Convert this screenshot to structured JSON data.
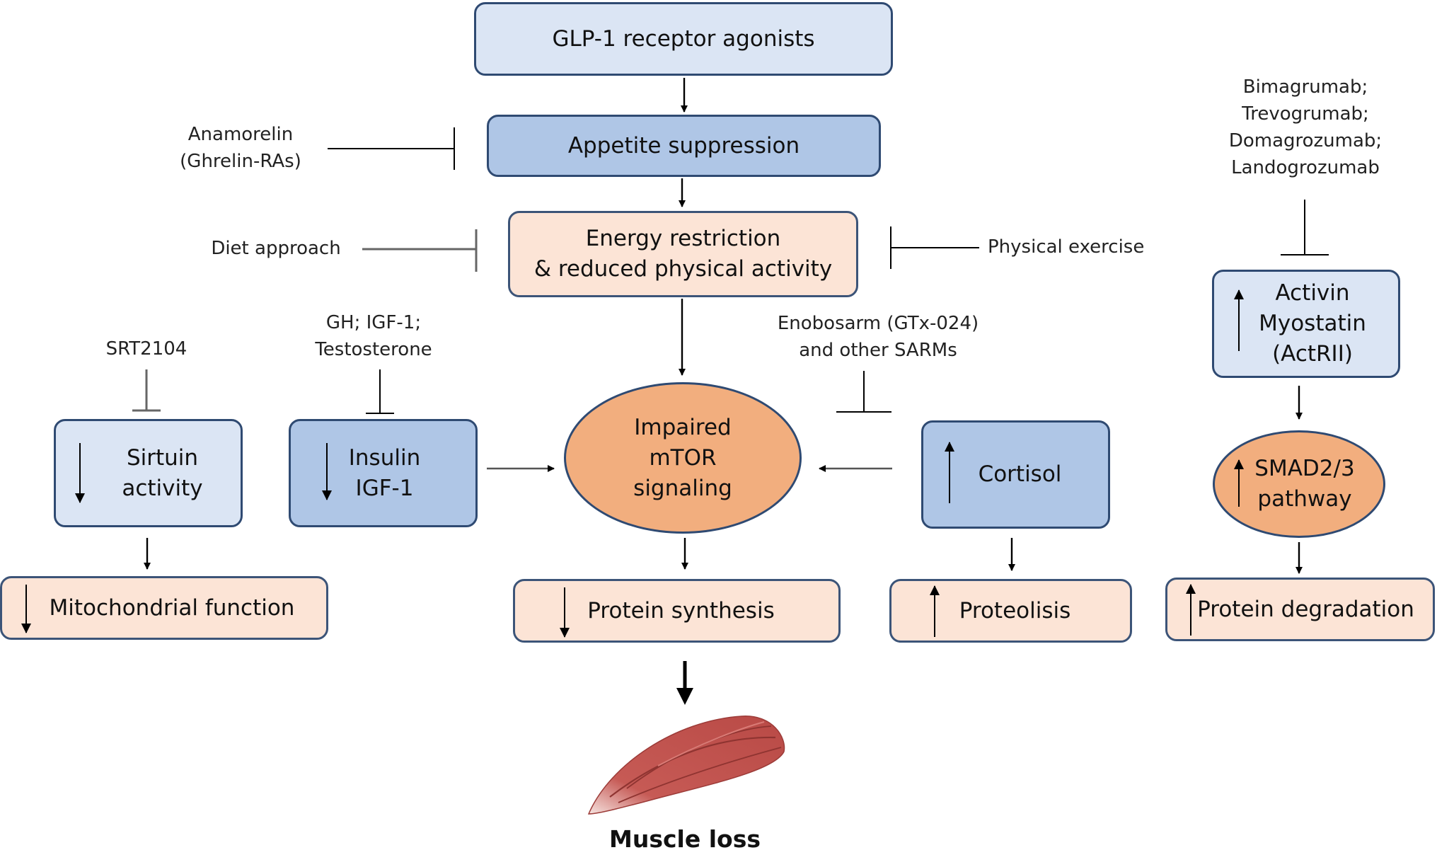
{
  "nodes": {
    "glp1": "GLP-1 receptor agonists",
    "appetite": "Appetite suppression",
    "energy": "Energy restriction\n& reduced physical activity",
    "mtor": "Impaired\nmTOR\nsignaling",
    "sirtuin": "Sirtuin\nactivity",
    "insulin": "Insulin\nIGF-1",
    "cortisol": "Cortisol",
    "activin": "Activin\nMyostatin\n(ActRII)",
    "smad": "SMAD2/3\npathway",
    "mito": "Mitochondrial function",
    "protein_synthesis": "Protein synthesis",
    "proteolisis": "Proteolisis",
    "protein_degradation": "Protein degradation"
  },
  "interventions": {
    "anamorelin": "Anamorelin\n(Ghrelin-RAs)",
    "diet": "Diet approach",
    "exercise": "Physical exercise",
    "antibodies": "Bimagrumab;\nTrevogrumab;\nDomagrozumab;\nLandogrozumab",
    "srt": "SRT2104",
    "hormones": "GH; IGF-1;\nTestosterone",
    "sarms": "Enobosarm (GTx-024)\nand other SARMs"
  },
  "outcome": "Muscle loss",
  "colors": {
    "border": "#2f4a72",
    "light_blue": "#dbe5f4",
    "mid_blue": "#afc6e6",
    "peach": "#fce4d6",
    "orange": "#f2ae7e",
    "muscle": "#c0504d"
  }
}
